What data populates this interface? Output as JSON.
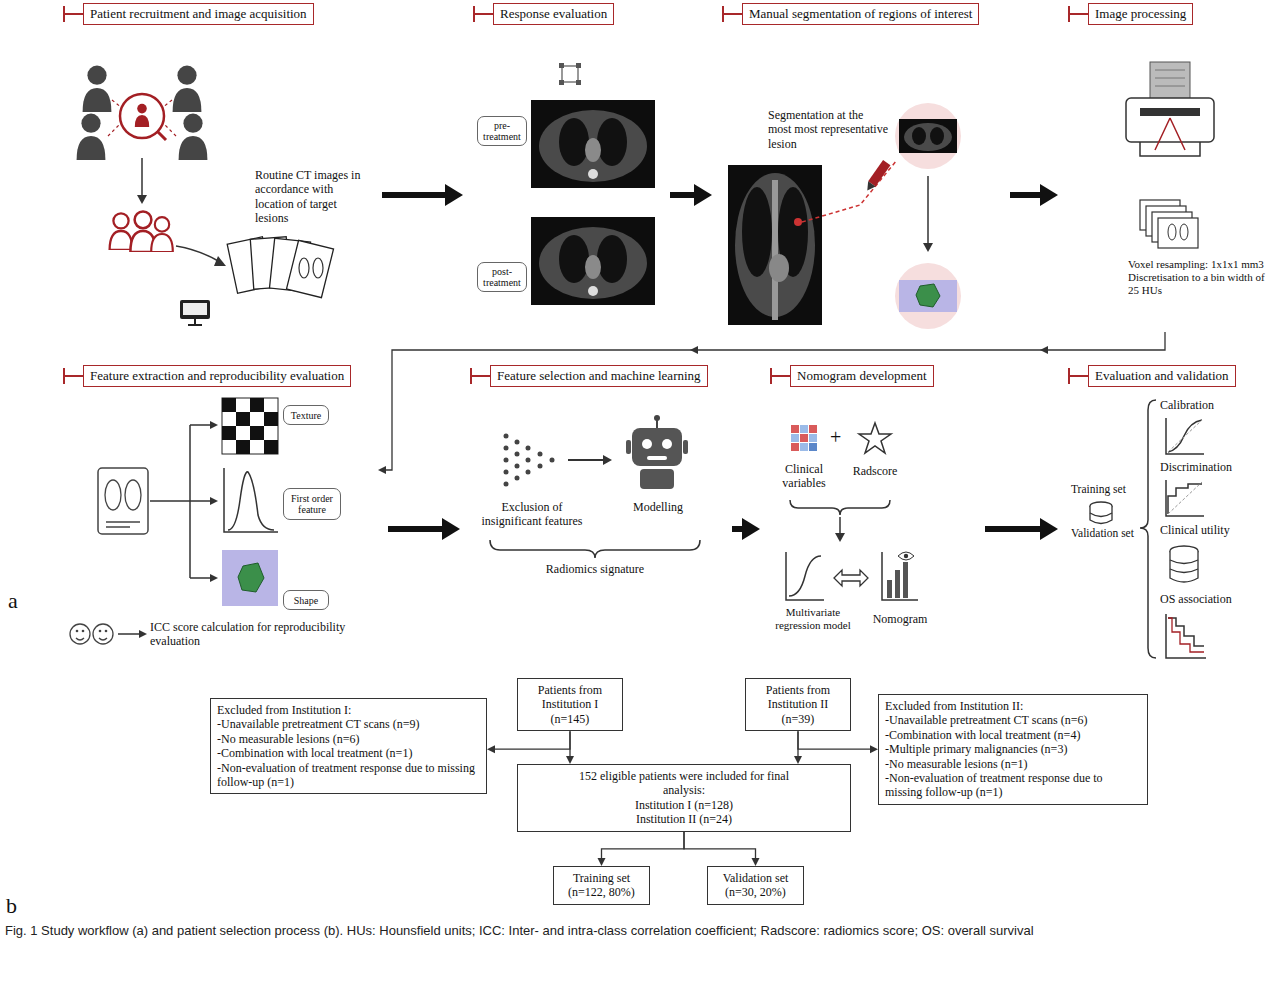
{
  "diagram": {
    "caption": "Fig. 1 Study workflow (a) and patient selection process (b). HUs: Hounsfield units; ICC: Inter- and intra-class correlation coefficient; Radscore: radiomics score; OS: overall survival",
    "nodes": [
      {
        "text": [
          "Patient recruitment and image acquisition",
          "Routine CT images in accordance with location of target lesions"
        ]
      },
      {
        "text": [
          "Response evaluation"
        ]
      },
      {
        "text": [
          "pre-treatment"
        ],
        "in": 1
      },
      {
        "text": [
          "post-treatment"
        ],
        "in": 1
      },
      {
        "text": [
          "Manual segmentation of regions of interest",
          "Segmentation at the most most representative lesion"
        ]
      },
      {
        "text": [
          "Image processing",
          "Voxel resampling: 1x1x1 mm3 Discretisation to a bin width of 25 HUs"
        ]
      },
      {
        "text": [
          "Feature extraction and reproducibility evaluation",
          "ICC score calculation for reproducibility evaluation"
        ]
      },
      {
        "text": [
          "Texture"
        ],
        "in": 6
      },
      {
        "text": [
          "First order feature"
        ],
        "in": 6
      },
      {
        "text": [
          "Shape"
        ],
        "in": 6
      },
      {
        "text": [
          "Feature selection and machine learning",
          "Exclusion of insignificant features",
          "Modelling",
          "Radiomics signature"
        ]
      },
      {
        "text": [
          "Nomogram development",
          "Clinical variables",
          "Radscore",
          "Multivariate regression model",
          "Nomogram"
        ]
      },
      {
        "text": [
          "Evaluation and validation",
          "Training set",
          "Validation set",
          "Calibration",
          "Discrimination",
          "Clinical utility",
          "OS association"
        ]
      },
      {
        "text": [
          "Patients from Institution I (n=145)"
        ]
      },
      {
        "text": [
          "Patients from Institution II (n=39)"
        ]
      },
      {
        "text": [
          "Excluded from Institution I:",
          "-Unavailable pretreatment CT scans (n=9)",
          "-No measurable lesions (n=6)",
          "-Combination with local treatment (n=1)",
          "-Non-evaluation of treatment response due to missing follow-up (n=1)"
        ]
      },
      {
        "text": [
          "Excluded from Institution II:",
          "-Unavailable pretreatment CT scans (n=6)",
          "-Combination with local treatment (n=4)",
          "-Multiple primary malignancies (n=3)",
          "-No measurable lesions (n=1)",
          "-Non-evaluation of treatment response due to missing follow-up (n=1)"
        ]
      },
      {
        "text": [
          "152 eligible patients were included for final analysis:",
          "Institution I (n=128)",
          "Institution II (n=24)"
        ]
      },
      {
        "text": [
          "Training set (n=122, 80%)"
        ]
      },
      {
        "text": [
          "Validation set (n=30, 20%)"
        ]
      }
    ],
    "edges": [
      {
        "from": 0,
        "to": 1,
        "arrow": "to"
      },
      {
        "from": 1,
        "to": 4,
        "arrow": "to"
      },
      {
        "from": 4,
        "to": 5,
        "arrow": "to"
      },
      {
        "from": 5,
        "to": 6,
        "arrow": "to"
      },
      {
        "from": 6,
        "to": 10,
        "arrow": "to"
      },
      {
        "from": 10,
        "to": 11,
        "arrow": "to"
      },
      {
        "from": 11,
        "to": 12,
        "arrow": "to"
      },
      {
        "from": 13,
        "to": 15,
        "arrow": "to"
      },
      {
        "from": 14,
        "to": 16,
        "arrow": "to"
      },
      {
        "from": 13,
        "to": 17,
        "arrow": "to"
      },
      {
        "from": 14,
        "to": 17,
        "arrow": "to"
      },
      {
        "from": 17,
        "to": 18,
        "arrow": "to"
      },
      {
        "from": 17,
        "to": 19,
        "arrow": "to"
      }
    ],
    "labels": [
      "a",
      "+",
      "b"
    ]
  }
}
